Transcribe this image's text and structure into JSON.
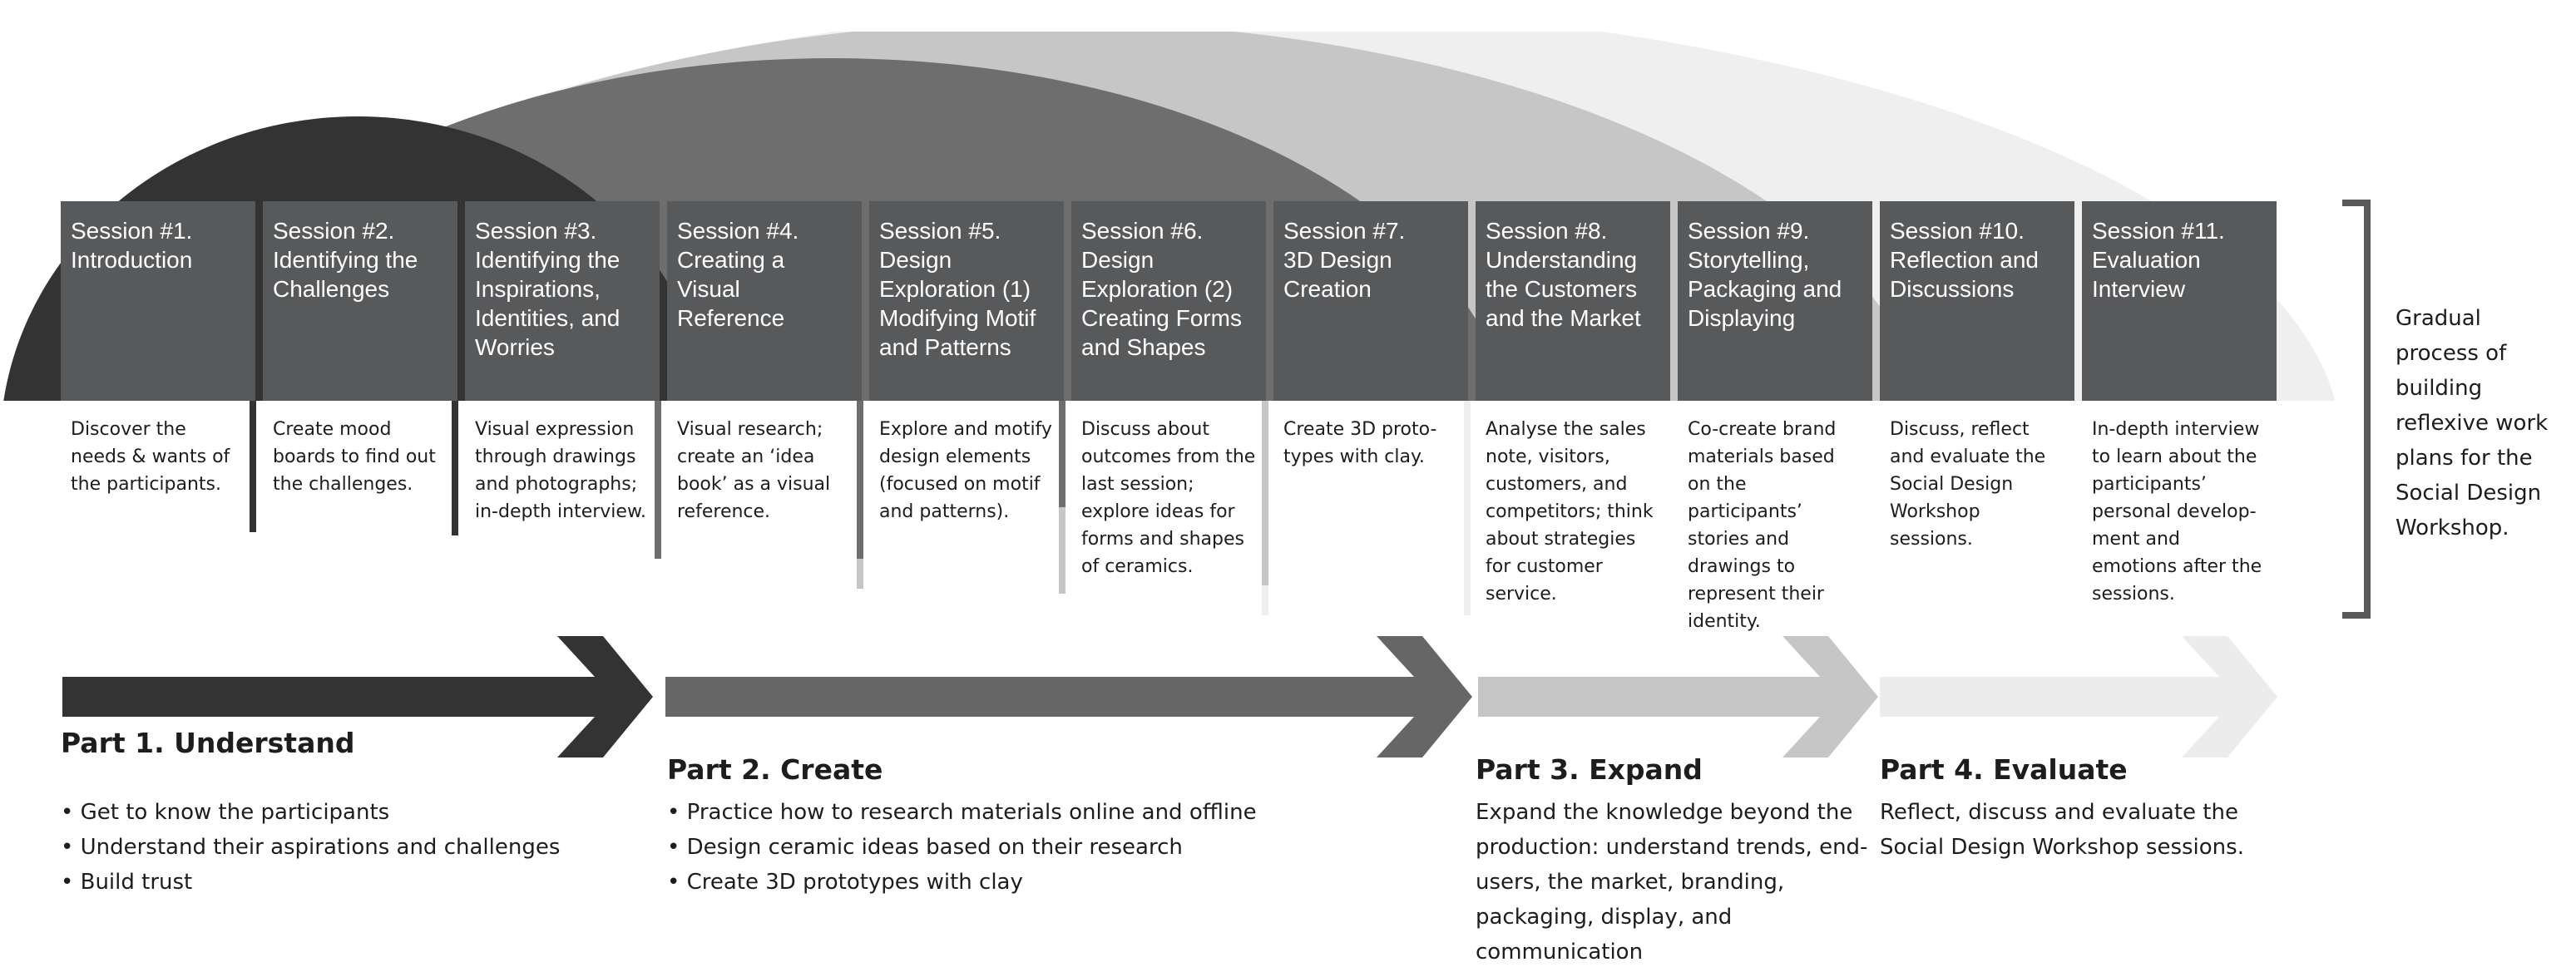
{
  "sessions": [
    {
      "title": "Session #1.",
      "name": "Introduction",
      "desc": "Discover the needs & wants of the participants."
    },
    {
      "title": "Session #2.",
      "name": "Identifying the Challenges",
      "desc": "Create mood boards to find out the challenges."
    },
    {
      "title": "Session #3.",
      "name": "Identifying the Inspirations, Identities, and Worries",
      "desc": "Visual expression through drawings and photographs; in-depth interview."
    },
    {
      "title": "Session #4.",
      "name": "Creating a Visual Reference",
      "desc": "Visual research; create an ‘idea book’ as a visual reference."
    },
    {
      "title": "Session #5.",
      "name": "Design Exploration (1) Modifying Motif and Patterns",
      "desc": "Explore and motify design elements (focused on motif and patterns)."
    },
    {
      "title": "Session #6.",
      "name": "Design Exploration (2) Creating Forms and Shapes",
      "desc": "Discuss about outcomes from the last session; explore ideas for forms and shapes of ceramics."
    },
    {
      "title": "Session #7.",
      "name": "3D Design Creation",
      "desc": "Create 3D proto-types with clay."
    },
    {
      "title": "Session #8.",
      "name": "Understanding the Customers and the Market",
      "desc": "Analyse the sales note, visitors, customers, and competitors; think about strategies for customer service."
    },
    {
      "title": "Session #9.",
      "name": "Storytelling, Packaging and Displaying",
      "desc": "Co-create brand materials based on the participants’ stories and drawings to represent their identity."
    },
    {
      "title": "Session #10.",
      "name": "Reflection and Discussions",
      "desc": "Discuss, reflect and evaluate the Social Design Workshop sessions."
    },
    {
      "title": "Session #11.",
      "name": "Evaluation Interview",
      "desc": "In-depth interview to learn about the participants’ personal develop-ment and emotions after the sessions."
    }
  ],
  "side_note": "Gradual process of building reflexive work plans for the Social Design Workshop.",
  "parts": [
    {
      "title": "Part 1. Understand",
      "bullets": [
        "Get to know the participants",
        "Understand their aspirations and challenges",
        "Build trust"
      ]
    },
    {
      "title": "Part 2. Create",
      "bullets": [
        "Practice how to research materials online and offline",
        "Design ceramic ideas based on their research",
        "Create 3D prototypes with clay"
      ]
    },
    {
      "title": "Part 3. Expand",
      "description": "Expand the knowledge beyond the production: understand trends, end-users, the market, branding, packaging, display, and communication"
    },
    {
      "title": "Part 4. Evaluate",
      "description": "Reflect, discuss and evaluate the Social Design Workshop sessions."
    }
  ],
  "colors": {
    "part1": "#333333",
    "part2": "#666666",
    "part3": "#c6c6c6",
    "part4": "#ececec",
    "session_header": "#58595b",
    "text": "#1d1d1b"
  }
}
